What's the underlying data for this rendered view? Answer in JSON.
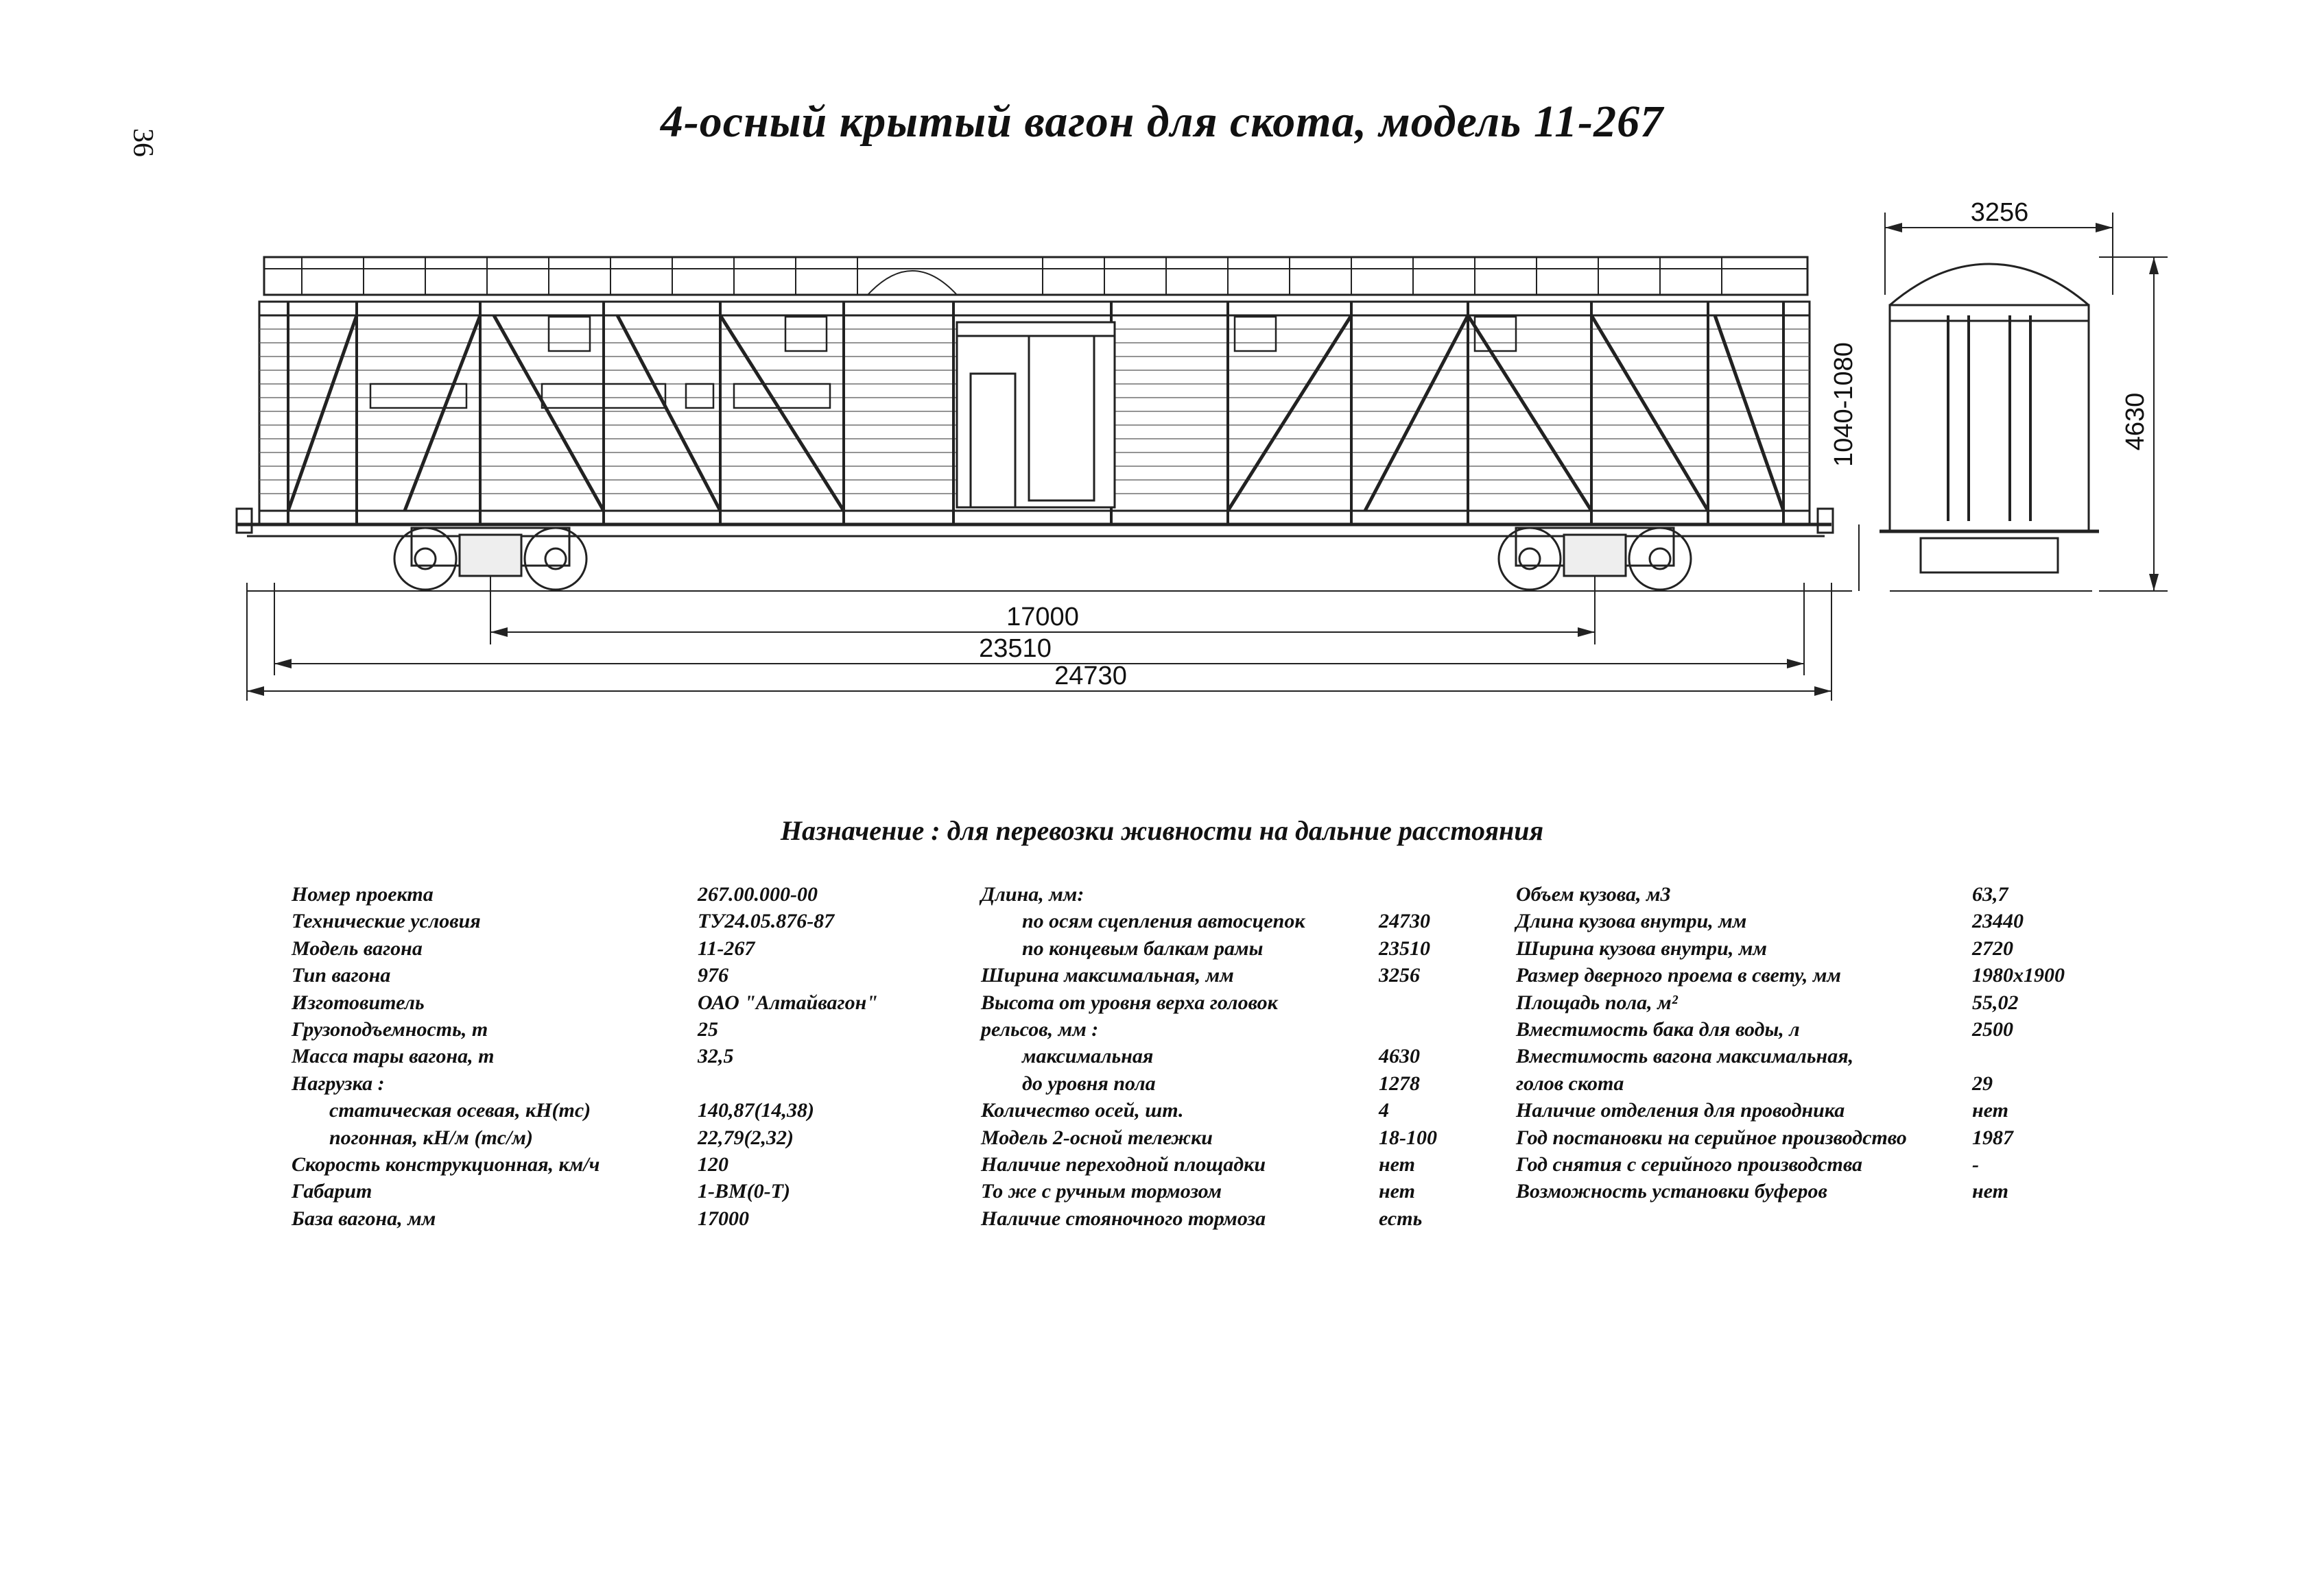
{
  "page_number": "36",
  "title": "4-осный крытый вагон для скота, модель 11-267",
  "drawing": {
    "dim_width": "3256",
    "dim_height": "4630",
    "dim_floor": "1040-1080",
    "dim_base": "17000",
    "dim_frame": "23510",
    "dim_total": "24730"
  },
  "purpose": "Назначение : для перевозки живности на дальние расстояния",
  "col1": [
    {
      "label": "Номер проекта",
      "value": "267.00.000-00"
    },
    {
      "label": "Технические условия",
      "value": "ТУ24.05.876-87"
    },
    {
      "label": "Модель вагона",
      "value": "11-267"
    },
    {
      "label": "Тип вагона",
      "value": "976"
    },
    {
      "label": "Изготовитель",
      "value": "ОАО \"Алтайвагон\""
    },
    {
      "label": "Грузоподъемность, т",
      "value": "25"
    },
    {
      "label": "Масса тары вагона, т",
      "value": "32,5"
    },
    {
      "label": "Нагрузка :",
      "value": ""
    },
    {
      "label": "статическая осевая, кН(тс)",
      "value": "140,87(14,38)"
    },
    {
      "label": "погонная, кН/м (тс/м)",
      "value": "22,79(2,32)"
    },
    {
      "label": "Скорость конструкционная, км/ч",
      "value": "120"
    },
    {
      "label": "Габарит",
      "value": "1-ВМ(0-Т)"
    },
    {
      "label": "База вагона, мм",
      "value": "17000"
    }
  ],
  "col2": [
    {
      "label": "Длина, мм:",
      "value": ""
    },
    {
      "label": "по осям сцепления автосцепок",
      "value": "24730"
    },
    {
      "label": "по концевым балкам рамы",
      "value": "23510"
    },
    {
      "label": "Ширина максимальная, мм",
      "value": "3256"
    },
    {
      "label": "Высота от уровня верха головок",
      "value": ""
    },
    {
      "label": "рельсов, мм :",
      "value": ""
    },
    {
      "label": "максимальная",
      "value": "4630"
    },
    {
      "label": "до уровня пола",
      "value": "1278"
    },
    {
      "label": "Количество осей, шт.",
      "value": "4"
    },
    {
      "label": "Модель 2-осной тележки",
      "value": "18-100"
    },
    {
      "label": "Наличие переходной площадки",
      "value": "нет"
    },
    {
      "label": "То же с ручным тормозом",
      "value": "нет"
    },
    {
      "label": "Наличие стояночного тормоза",
      "value": "есть"
    }
  ],
  "col3": [
    {
      "label": "Объем кузова, м3",
      "value": "63,7"
    },
    {
      "label": "Длина кузова внутри, мм",
      "value": "23440"
    },
    {
      "label": "Ширина кузова внутри, мм",
      "value": "2720"
    },
    {
      "label": "Размер дверного проема в свету, мм",
      "value": "1980x1900"
    },
    {
      "label": "Площадь пола, м²",
      "value": "55,02"
    },
    {
      "label": "Вместимость бака для воды, л",
      "value": "2500"
    },
    {
      "label": "Вместимость вагона максимальная,",
      "value": ""
    },
    {
      "label": "голов скота",
      "value": "29"
    },
    {
      "label": "Наличие отделения для проводника",
      "value": "нет"
    },
    {
      "label": "Год постановки на серийное производство",
      "value": "1987"
    },
    {
      "label": "Год снятия с серийного производства",
      "value": "-"
    },
    {
      "label": "Возможность установки буферов",
      "value": "нет"
    }
  ]
}
